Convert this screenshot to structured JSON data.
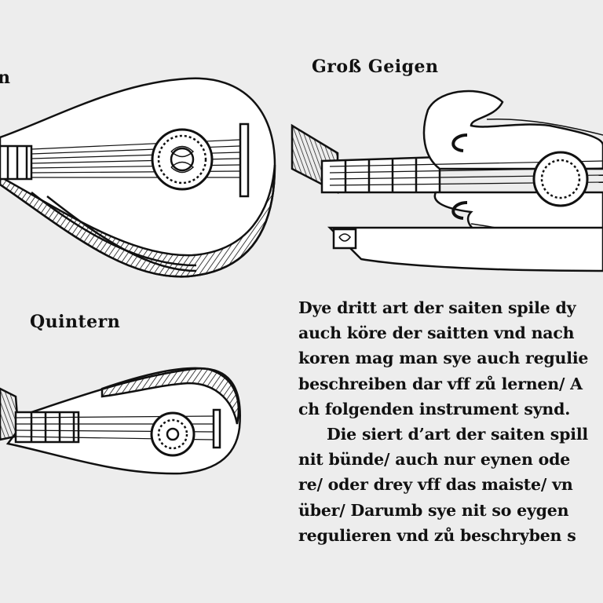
{
  "labels": {
    "gross_geigen": "Groß Geigen",
    "quintern": "Quintern",
    "top_left_fragment": "n"
  },
  "text_lines": [
    {
      "text": "Dye dritt art der saiten spile dy",
      "indent": false
    },
    {
      "text": "auch köre der saitten vnd nach",
      "indent": false
    },
    {
      "text": "koren mag man sye auch regulie",
      "indent": false
    },
    {
      "text": "beschreiben dar vff zů lernen/ A",
      "indent": false
    },
    {
      "text": "ch folgenden instrument synd.",
      "indent": false
    },
    {
      "text": "Die siert d’art der saiten spill",
      "indent": true
    },
    {
      "text": "nit bünde/ auch nur eynen ode",
      "indent": false
    },
    {
      "text": "re/ oder drey vff das maiste/ vn",
      "indent": false
    },
    {
      "text": "über/ Darumb sye nit so eygen",
      "indent": false
    },
    {
      "text": "regulieren vnd zů beschryben s",
      "indent": false
    }
  ],
  "illustrations": [
    {
      "name": "lute",
      "icon": "lute-woodcut-icon"
    },
    {
      "name": "gross-geigen",
      "icon": "viol-woodcut-icon"
    },
    {
      "name": "quintern",
      "icon": "gittern-woodcut-icon"
    }
  ],
  "colors": {
    "paper": "#ededed",
    "ink": "#111111"
  }
}
